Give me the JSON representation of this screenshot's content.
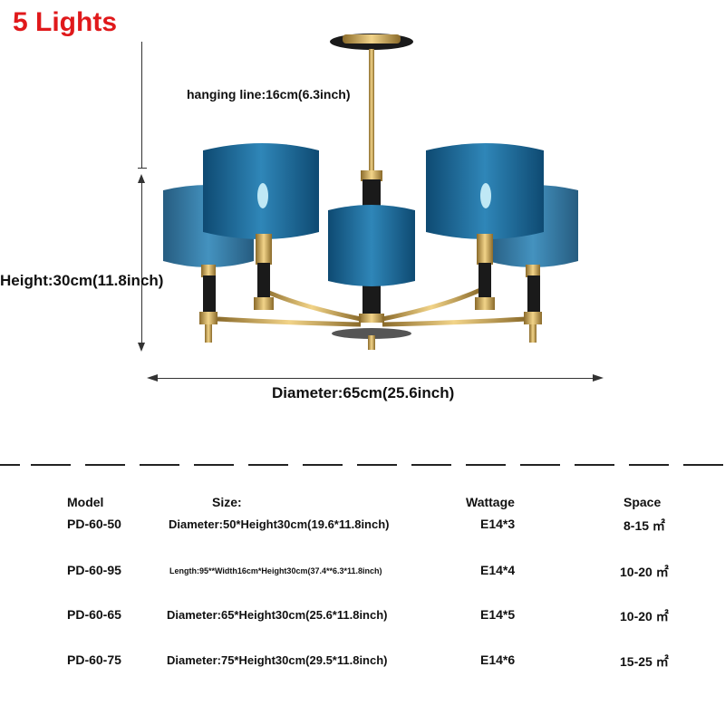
{
  "title": "5 Lights",
  "dimensions": {
    "hanging_line": "hanging line:16cm(6.3inch)",
    "height": "Height:30cm(11.8inch)",
    "diameter": "Diameter:65cm(25.6inch)"
  },
  "colors": {
    "title": "#e0191b",
    "shade_blue": "#1f6c9c",
    "gold": "#c9a24a",
    "black": "#1a1a1a"
  },
  "table": {
    "headers": {
      "model": "Model",
      "size": "Size:",
      "wattage": "Wattage",
      "space": "Space"
    },
    "rows": [
      {
        "model": "PD-60-50",
        "size": "Diameter:50*Height30cm(19.6*11.8inch)",
        "wattage": "E14*3",
        "space": "8-15 ㎡"
      },
      {
        "model": "PD-60-95",
        "size": "Length:95**Width16cm*Height30cm(37.4**6.3*11.8inch)",
        "wattage": "E14*4",
        "space": "10-20 ㎡"
      },
      {
        "model": "PD-60-65",
        "size": "Diameter:65*Height30cm(25.6*11.8inch)",
        "wattage": "E14*5",
        "space": "10-20 ㎡"
      },
      {
        "model": "PD-60-75",
        "size": "Diameter:75*Height30cm(29.5*11.8inch)",
        "wattage": "E14*6",
        "space": "15-25 ㎡"
      }
    ]
  }
}
